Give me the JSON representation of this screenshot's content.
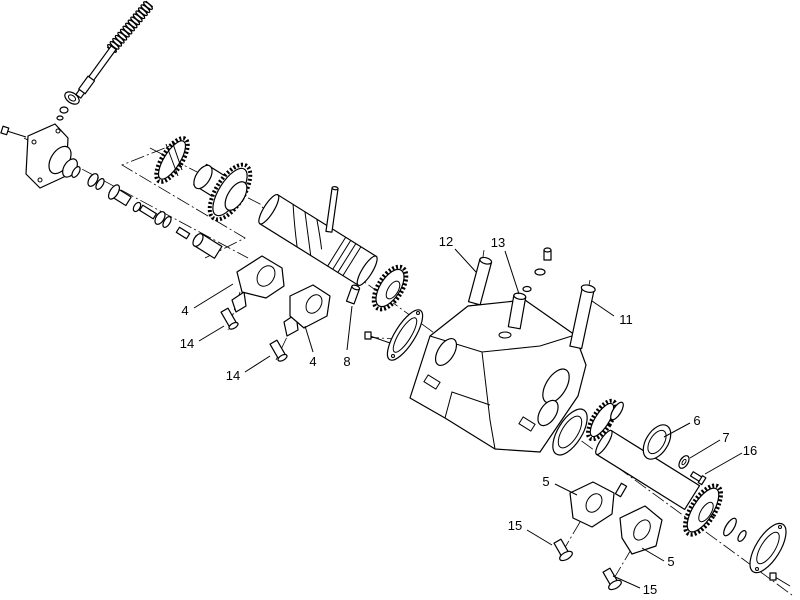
{
  "callouts": [
    {
      "label": "12"
    },
    {
      "label": "13"
    },
    {
      "label": "11"
    },
    {
      "label": "4"
    },
    {
      "label": "14"
    },
    {
      "label": "8"
    },
    {
      "label": "4"
    },
    {
      "label": "14"
    },
    {
      "label": "6"
    },
    {
      "label": "7"
    },
    {
      "label": "16"
    },
    {
      "label": "5"
    },
    {
      "label": "15"
    },
    {
      "label": "5"
    },
    {
      "label": "15"
    }
  ]
}
